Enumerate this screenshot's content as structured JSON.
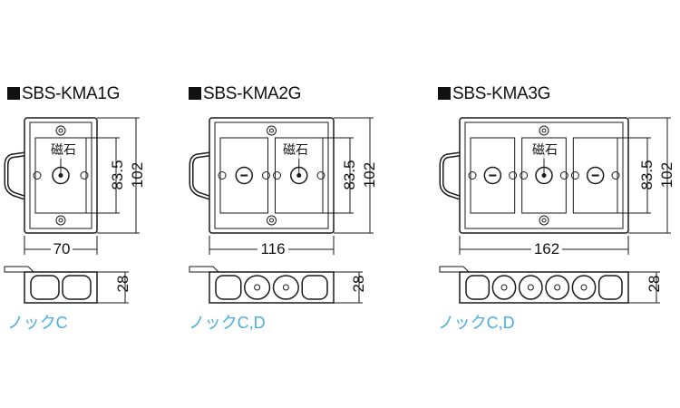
{
  "colors": {
    "line": "#1a1a1a",
    "knock_text": "#4aaee0",
    "body_fill": "#ffffff"
  },
  "products": [
    {
      "name": "SBS-KMA1G",
      "width": "70",
      "height": "102",
      "inner_height": "83.5",
      "depth": "28",
      "magnet_label": "磁石",
      "knock_label": "ノックC",
      "gangs": 1
    },
    {
      "name": "SBS-KMA2G",
      "width": "116",
      "height": "102",
      "inner_height": "83.5",
      "depth": "28",
      "magnet_label": "磁石",
      "knock_label": "ノックC,D",
      "gangs": 2
    },
    {
      "name": "SBS-KMA3G",
      "width": "162",
      "height": "102",
      "inner_height": "83.5",
      "depth": "28",
      "magnet_label": "磁石",
      "knock_label": "ノックC,D",
      "gangs": 3
    }
  ]
}
